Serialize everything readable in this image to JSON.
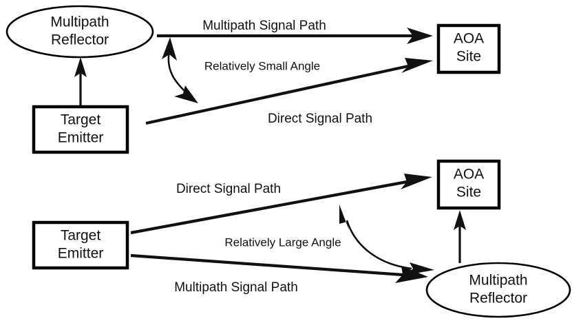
{
  "figure": {
    "type": "diagram",
    "subject": "AOA multipath geometry comparison",
    "background_color": "#ffffff",
    "line_color": "#111111"
  },
  "panels": [
    {
      "id": "top-panel",
      "name": "small-angle-case",
      "nodes": [
        {
          "id": "top-reflector",
          "shape": "ellipse",
          "line1": "Multipath",
          "line2": "Reflector"
        },
        {
          "id": "top-emitter",
          "shape": "rect",
          "line1": "Target",
          "line2": "Emitter"
        },
        {
          "id": "top-aoa",
          "shape": "rect",
          "line1": "AOA",
          "line2": "Site"
        }
      ],
      "edge_labels": [
        {
          "id": "top-multipath-label",
          "text": "Multipath Signal Path",
          "size": "normal"
        },
        {
          "id": "top-angle-label",
          "text": "Relatively Small Angle",
          "size": "small"
        },
        {
          "id": "top-direct-label",
          "text": "Direct Signal Path",
          "size": "normal"
        }
      ]
    },
    {
      "id": "bottom-panel",
      "name": "large-angle-case",
      "nodes": [
        {
          "id": "bottom-emitter",
          "shape": "rect",
          "line1": "Target",
          "line2": "Emitter"
        },
        {
          "id": "bottom-aoa",
          "shape": "rect",
          "line1": "AOA",
          "line2": "Site"
        },
        {
          "id": "bottom-reflector",
          "shape": "ellipse",
          "line1": "Multipath",
          "line2": "Reflector"
        }
      ],
      "edge_labels": [
        {
          "id": "bottom-direct-label",
          "text": "Direct Signal Path",
          "size": "normal"
        },
        {
          "id": "bottom-angle-label",
          "text": "Relatively Large Angle",
          "size": "small"
        },
        {
          "id": "bottom-multipath-label",
          "text": "Multipath Signal Path",
          "size": "normal"
        }
      ]
    }
  ]
}
